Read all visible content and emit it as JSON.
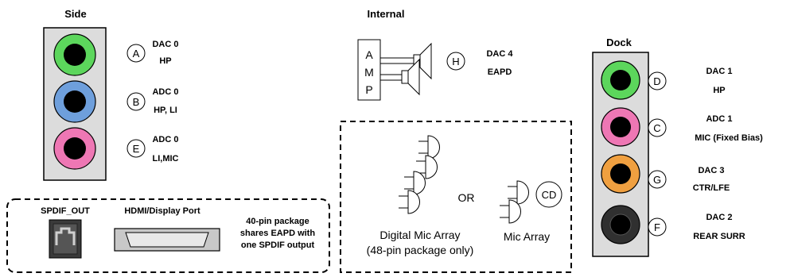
{
  "side": {
    "title": "Side",
    "jacks": [
      {
        "letter": "A",
        "line1": "DAC 0",
        "line2": "HP",
        "color": "#5cd65c"
      },
      {
        "letter": "B",
        "line1": "ADC 0",
        "line2": "HP, LI",
        "color": "#6e9fdc"
      },
      {
        "letter": "E",
        "line1": "ADC 0",
        "line2": "LI,MIC",
        "color": "#ee77b4"
      }
    ]
  },
  "internal": {
    "title": "Internal",
    "amp_letters": [
      "A",
      "M",
      "P"
    ],
    "speaker": {
      "letter": "H",
      "line1": "DAC 4",
      "line2": "EAPD"
    }
  },
  "dock": {
    "title": "Dock",
    "jacks": [
      {
        "letter": "D",
        "line1": "DAC 1",
        "line2": "HP",
        "color": "#5cd65c"
      },
      {
        "letter": "C",
        "line1": "ADC 1",
        "line2": "MIC (Fixed Bias)",
        "color": "#ee77b4"
      },
      {
        "letter": "G",
        "line1": "DAC 3",
        "line2": "CTR/LFE",
        "color": "#f0a040"
      },
      {
        "letter": "F",
        "line1": "DAC 2",
        "line2": "REAR SURR",
        "color": "#303030"
      }
    ]
  },
  "outputs": {
    "spdif_label": "SPDIF_OUT",
    "hdmi_label": "HDMI/Display Port",
    "note_lines": [
      "40-pin package",
      "shares EAPD with",
      "one SPDIF output"
    ]
  },
  "mics": {
    "or_label": "OR",
    "badge": "CD",
    "digital_label_lines": [
      "Digital Mic Array",
      "(48-pin package only)"
    ],
    "array_label": "Mic Array"
  },
  "colors": {
    "panel_fill": "#dcdcdc",
    "jack_hole": "#000000",
    "spdif_body": "#3a3a3a",
    "hdmi_fill": "#c8c8c8"
  }
}
